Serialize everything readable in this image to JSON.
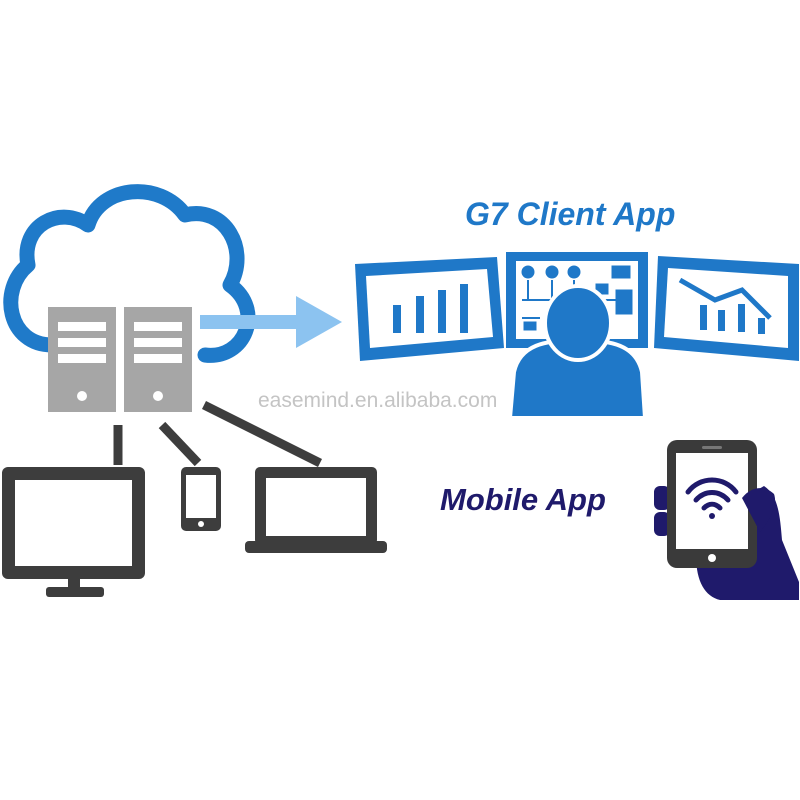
{
  "labels": {
    "client_app": "G7 Client App",
    "mobile_app": "Mobile App",
    "watermark": "easemind.en.alibaba.com"
  },
  "colors": {
    "cloud_blue": "#1f7ac9",
    "arrow_blue": "#8cc3f0",
    "server_gray": "#a6a6a6",
    "device_dark": "#3d3d3d",
    "client_blue": "#1f78c8",
    "mobile_navy": "#1f1a6b"
  },
  "icons": {
    "cloud": "cloud-icon",
    "servers": "server-icon",
    "desktop": "desktop-monitor-icon",
    "phone": "smartphone-icon",
    "laptop": "laptop-icon",
    "user": "user-icon",
    "wifi": "wifi-icon",
    "hand": "hand-holding-phone-icon"
  }
}
